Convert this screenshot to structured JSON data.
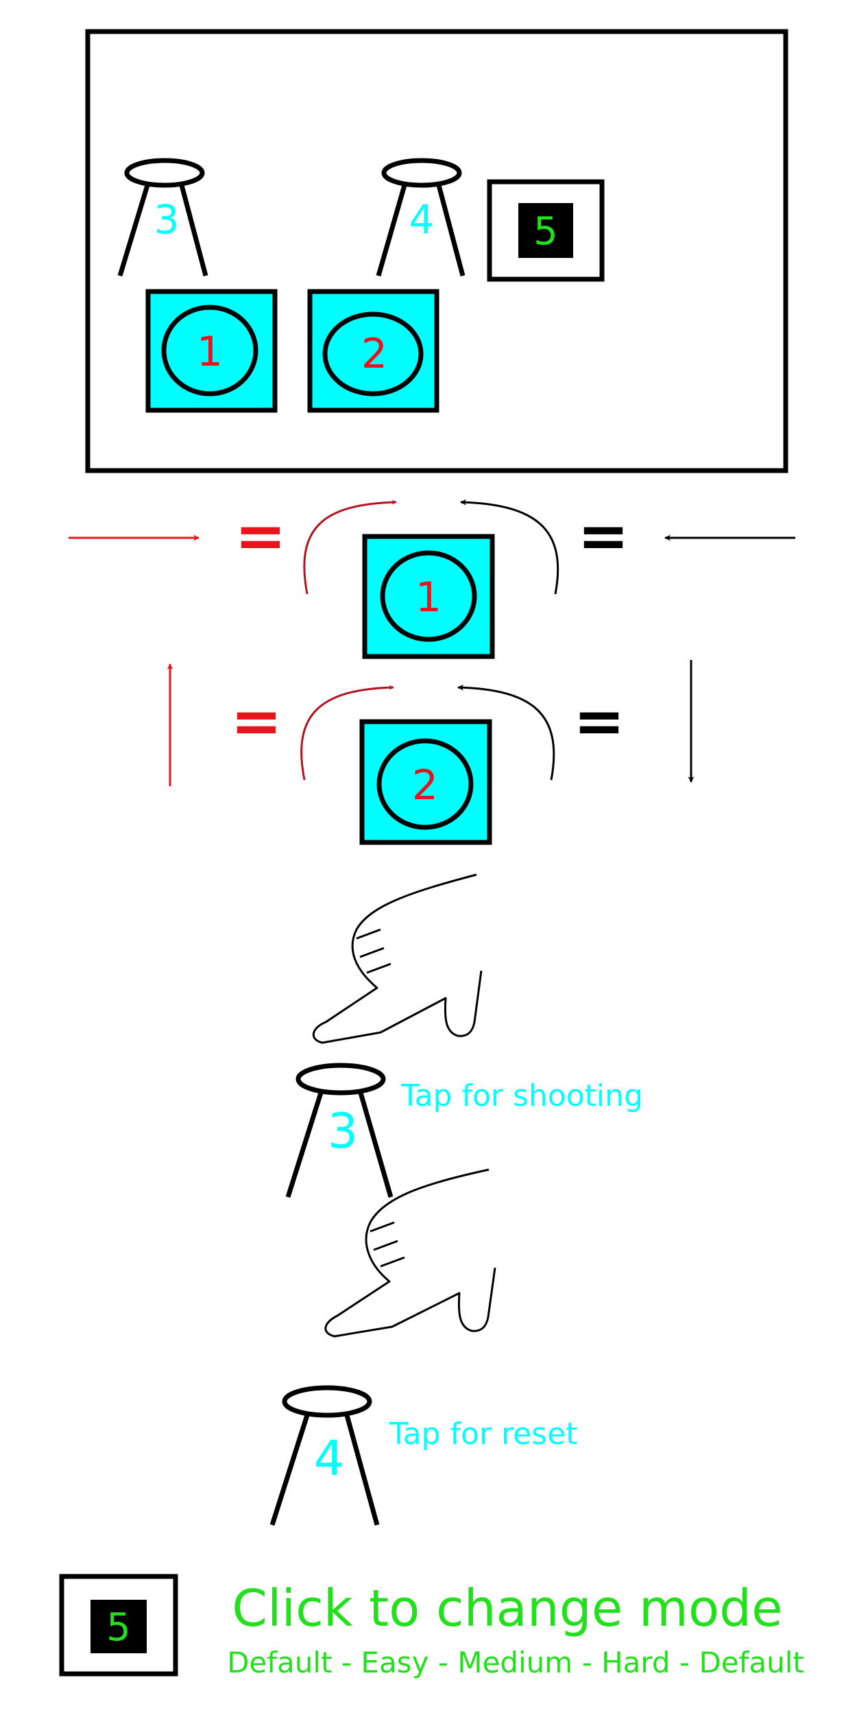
{
  "colors": {
    "cyan": "#00ffff",
    "red": "#e8141c",
    "dark_red": "#b3131f",
    "green": "#22e01c",
    "black": "#000000",
    "white": "#ffffff"
  },
  "overview": {
    "button_1": "1",
    "button_2": "2",
    "stand_3": "3",
    "stand_4": "4",
    "mode_5": "5"
  },
  "controls": {
    "row1": {
      "left_equals": "=",
      "button": "1",
      "right_equals": "="
    },
    "row2": {
      "left_equals": "=",
      "button": "2",
      "right_equals": "="
    },
    "icons": [
      "arrow-right-icon",
      "arrow-left-icon",
      "arrow-up-icon",
      "arrow-down-icon",
      "curved-arrow-icon"
    ]
  },
  "instructions": {
    "shoot_stand": "3",
    "shoot_text": "Tap for shooting",
    "reset_stand": "4",
    "reset_text": "Tap for reset",
    "hand_icon": "pointing-hand-icon"
  },
  "mode": {
    "badge": "5",
    "title": "Click to change mode",
    "cycle": "Default - Easy - Medium - Hard - Default"
  }
}
